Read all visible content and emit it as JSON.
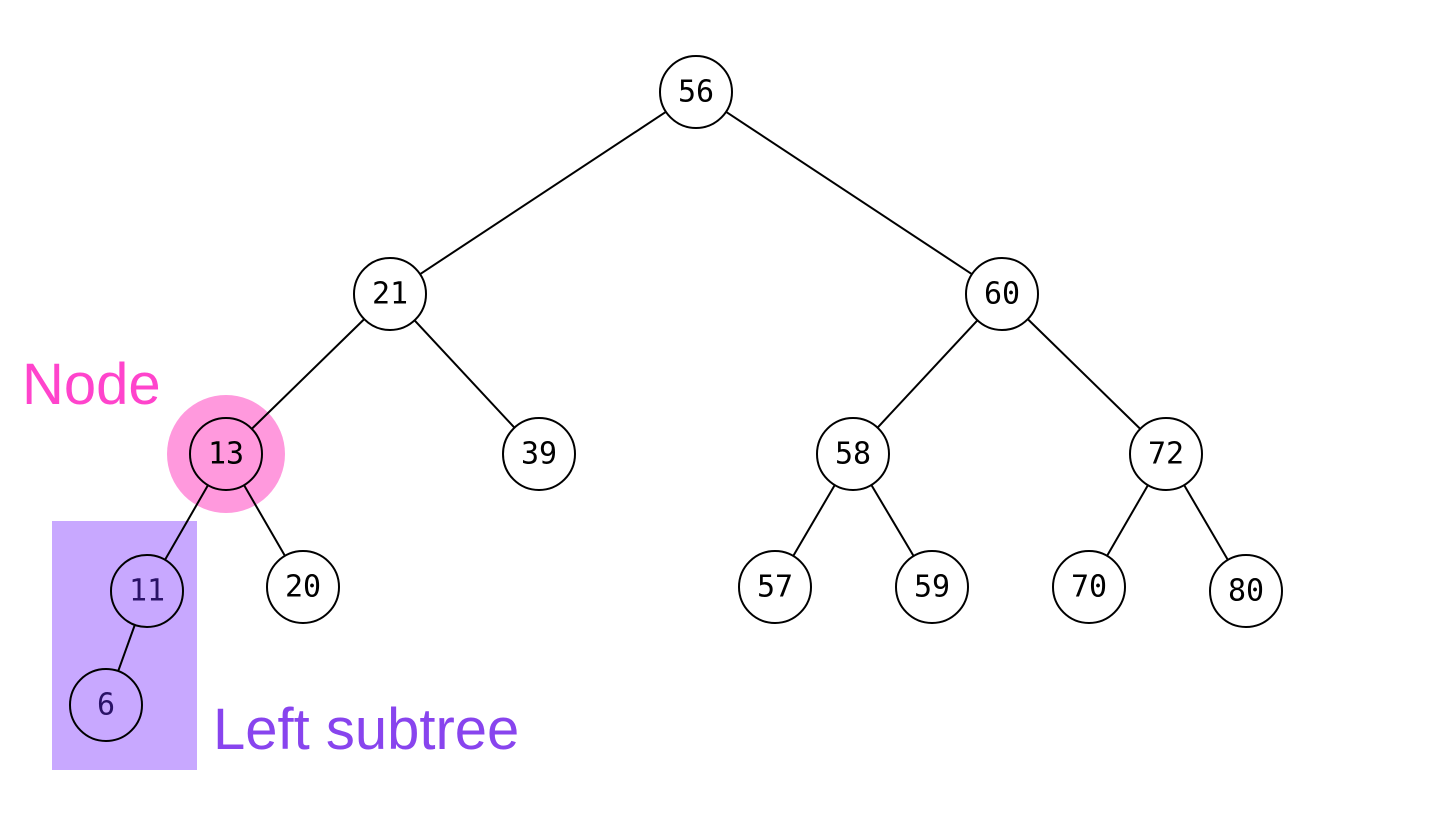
{
  "colors": {
    "background": "#ffffff",
    "edge": "#000000",
    "node_fill": "#ffffff",
    "node_stroke": "#000000",
    "highlight_node": "#ff99dd",
    "highlight_node_label": "#ff44cc",
    "subtree_box": "#c8a8ff",
    "subtree_label": "#8844ee",
    "subtree_text": "#2a1266"
  },
  "annotations": {
    "node_label": "Node",
    "subtree_label": "Left subtree"
  },
  "tree": {
    "nodes": [
      {
        "id": "n56",
        "value": "56",
        "highlight": "none"
      },
      {
        "id": "n21",
        "value": "21",
        "highlight": "none"
      },
      {
        "id": "n60",
        "value": "60",
        "highlight": "none"
      },
      {
        "id": "n13",
        "value": "13",
        "highlight": "node"
      },
      {
        "id": "n39",
        "value": "39",
        "highlight": "none"
      },
      {
        "id": "n58",
        "value": "58",
        "highlight": "none"
      },
      {
        "id": "n72",
        "value": "72",
        "highlight": "none"
      },
      {
        "id": "n11",
        "value": "11",
        "highlight": "subtree"
      },
      {
        "id": "n20",
        "value": "20",
        "highlight": "none"
      },
      {
        "id": "n57",
        "value": "57",
        "highlight": "none"
      },
      {
        "id": "n59",
        "value": "59",
        "highlight": "none"
      },
      {
        "id": "n70",
        "value": "70",
        "highlight": "none"
      },
      {
        "id": "n80",
        "value": "80",
        "highlight": "none"
      },
      {
        "id": "n6",
        "value": "6",
        "highlight": "subtree"
      }
    ],
    "edges": [
      {
        "from": "n56",
        "to": "n21"
      },
      {
        "from": "n56",
        "to": "n60"
      },
      {
        "from": "n21",
        "to": "n13"
      },
      {
        "from": "n21",
        "to": "n39"
      },
      {
        "from": "n60",
        "to": "n58"
      },
      {
        "from": "n60",
        "to": "n72"
      },
      {
        "from": "n13",
        "to": "n11"
      },
      {
        "from": "n13",
        "to": "n20"
      },
      {
        "from": "n58",
        "to": "n57"
      },
      {
        "from": "n58",
        "to": "n59"
      },
      {
        "from": "n72",
        "to": "n70"
      },
      {
        "from": "n72",
        "to": "n80"
      },
      {
        "from": "n11",
        "to": "n6"
      }
    ]
  }
}
